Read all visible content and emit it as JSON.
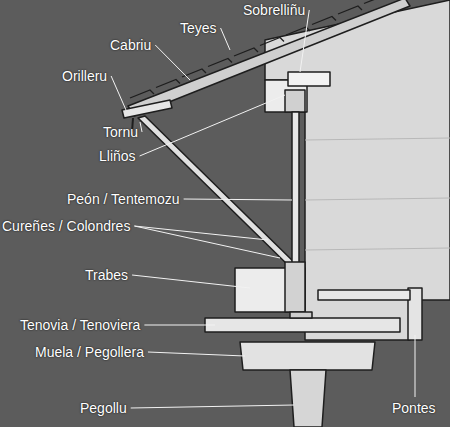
{
  "diagram": {
    "labels": [
      "Teyes",
      "Sobrelliñu",
      "Cabriu",
      "Orilleru",
      "Tornu",
      "Lliños",
      "Peón / Tentemozu",
      "Cureñes / Colondres",
      "Trabes",
      "Tenovia / Tenoviera",
      "Muela / Pegollera",
      "Pegollu",
      "Pontes"
    ]
  }
}
